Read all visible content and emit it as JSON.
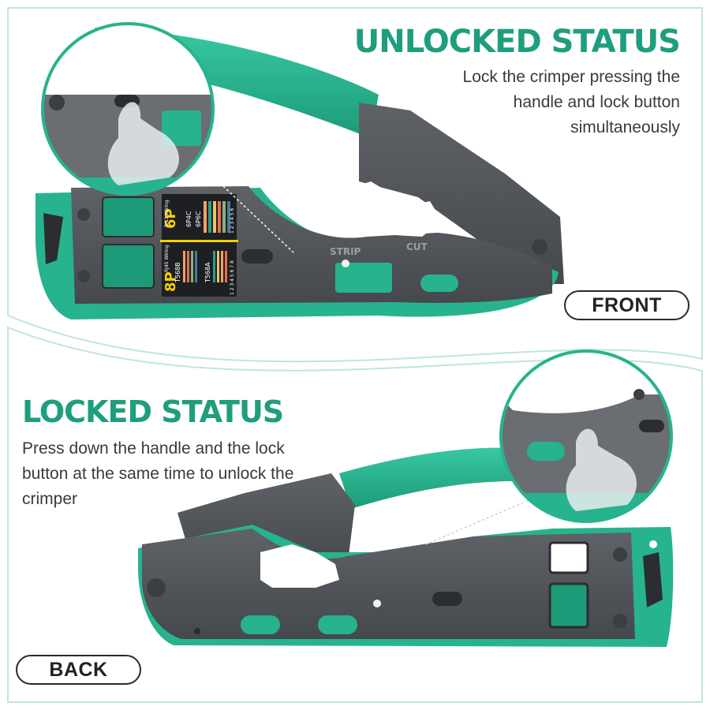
{
  "unlocked": {
    "title": "UNLOCKED STATUS",
    "description": "Lock the crimper pressing the handle and lock button simultaneously"
  },
  "locked": {
    "title": "LOCKED STATUS",
    "description": "Press down the handle and the lock button at the same time to unlock the crimper"
  },
  "labels": {
    "front": "FRONT",
    "back": "BACK"
  },
  "tool_markings": {
    "strip": "STRIP",
    "cut": "CUT",
    "rj11_size": "6P",
    "rj11_sub": "6P4C",
    "rj11_wiring": "RJ11 Wiring",
    "rj12_sub": "6P6C",
    "rj45_size": "8P",
    "rj45_wiring": "RJ45 Wiring",
    "t568b": "T568B",
    "t568a": "T568A",
    "pins_8": "1 2 3 4 5 6 7 8",
    "pins_6": "1 2 3 4 5 6"
  },
  "colors": {
    "accent": "#1f9e7e",
    "tool_gray": "#55585c",
    "tool_dark": "#3c3e42",
    "tool_green": "#27b38e",
    "panel_line": "#bfe6dc"
  }
}
